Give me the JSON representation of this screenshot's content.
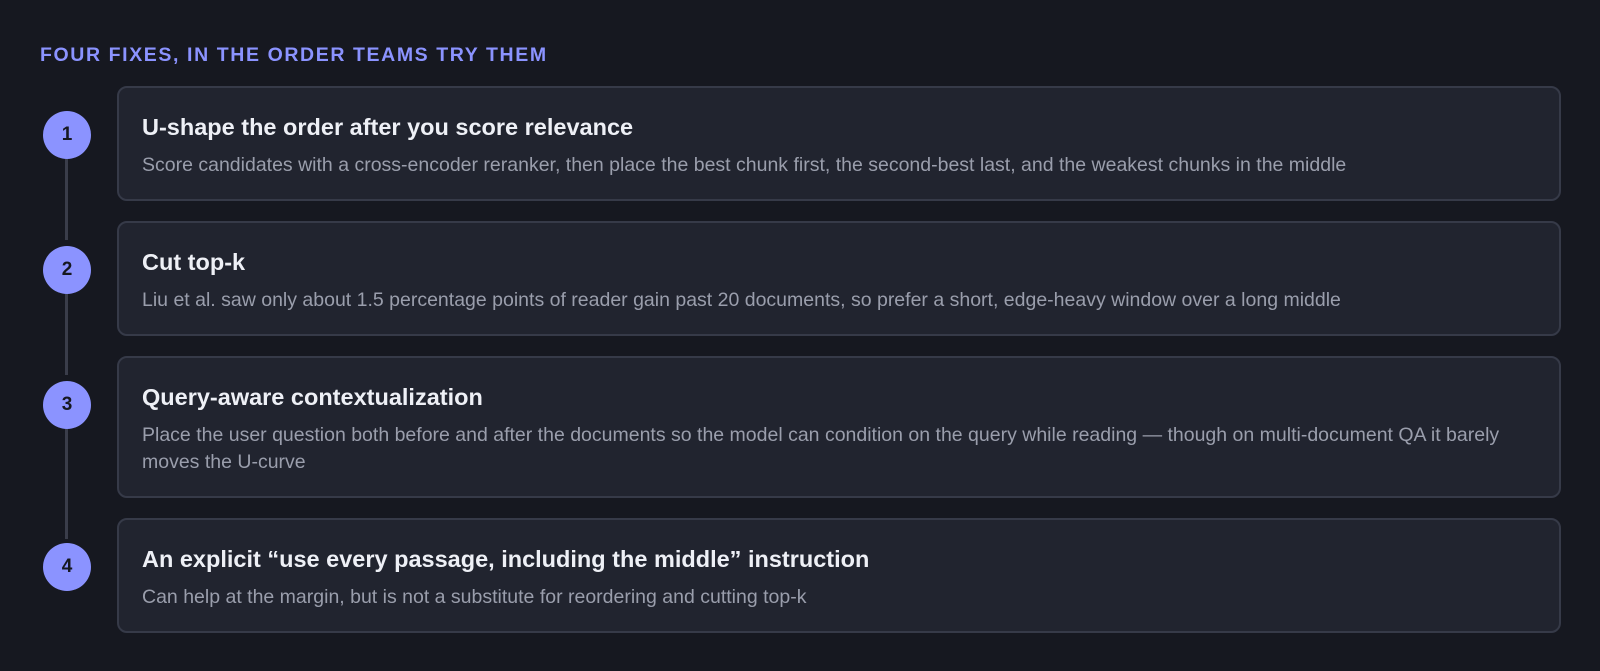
{
  "heading": "FOUR FIXES, IN THE ORDER TEAMS TRY THEM",
  "accent_color": "#8b93ff",
  "background_color": "#161820",
  "card_color": "#21242f",
  "steps": [
    {
      "number": "1",
      "title": "U-shape the order after you score relevance",
      "description": "Score candidates with a cross-encoder reranker, then place the best chunk first, the second-best last, and the weakest chunks in the middle"
    },
    {
      "number": "2",
      "title": "Cut top-k",
      "description": "Liu et al. saw only about 1.5 percentage points of reader gain past 20 documents, so prefer a short, edge-heavy window over a long middle"
    },
    {
      "number": "3",
      "title": "Query-aware contextualization",
      "description": "Place the user question both before and after the documents so the model can condition on the query while reading — though on multi-document QA it barely moves the U-curve"
    },
    {
      "number": "4",
      "title": "An explicit “use every passage, including the middle” instruction",
      "description": "Can help at the margin, but is not a substitute for reordering and cutting top-k"
    }
  ]
}
